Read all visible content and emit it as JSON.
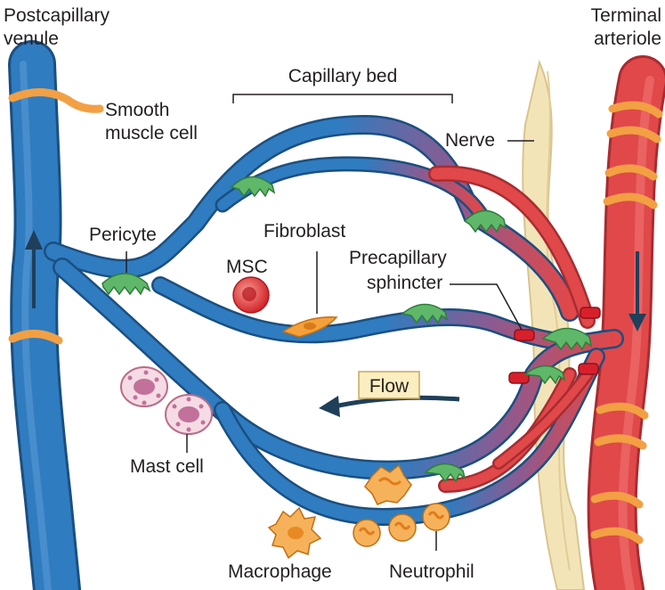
{
  "labels": {
    "venule_line1": "Postcapillary",
    "venule_line2": "venule",
    "arteriole_line1": "Terminal",
    "arteriole_line2": "arteriole",
    "capillary_bed": "Capillary bed",
    "smooth_muscle_line1": "Smooth",
    "smooth_muscle_line2": "muscle cell",
    "nerve": "Nerve",
    "pericyte": "Pericyte",
    "fibroblast": "Fibroblast",
    "msc": "MSC",
    "precapillary_line1": "Precapillary",
    "precapillary_line2": "sphincter",
    "flow": "Flow",
    "mast_cell": "Mast cell",
    "macrophage": "Macrophage",
    "neutrophil": "Neutrophil"
  },
  "colors": {
    "vein": "#2f7cc0",
    "vein_dark": "#1b4f80",
    "artery": "#e0484a",
    "artery_dark": "#a82c30",
    "smooth_muscle": "#f2a043",
    "pericyte": "#5fb86a",
    "nerve": "#f3e4b8",
    "sphincter": "#d8202c",
    "mast_cell": "#e9b9cc",
    "immune_cell": "#f6b25a",
    "msc": "#e2393a",
    "fibroblast": "#f4a13b",
    "flow_box": "#fbeec0",
    "arrow": "#1f3f5a"
  }
}
